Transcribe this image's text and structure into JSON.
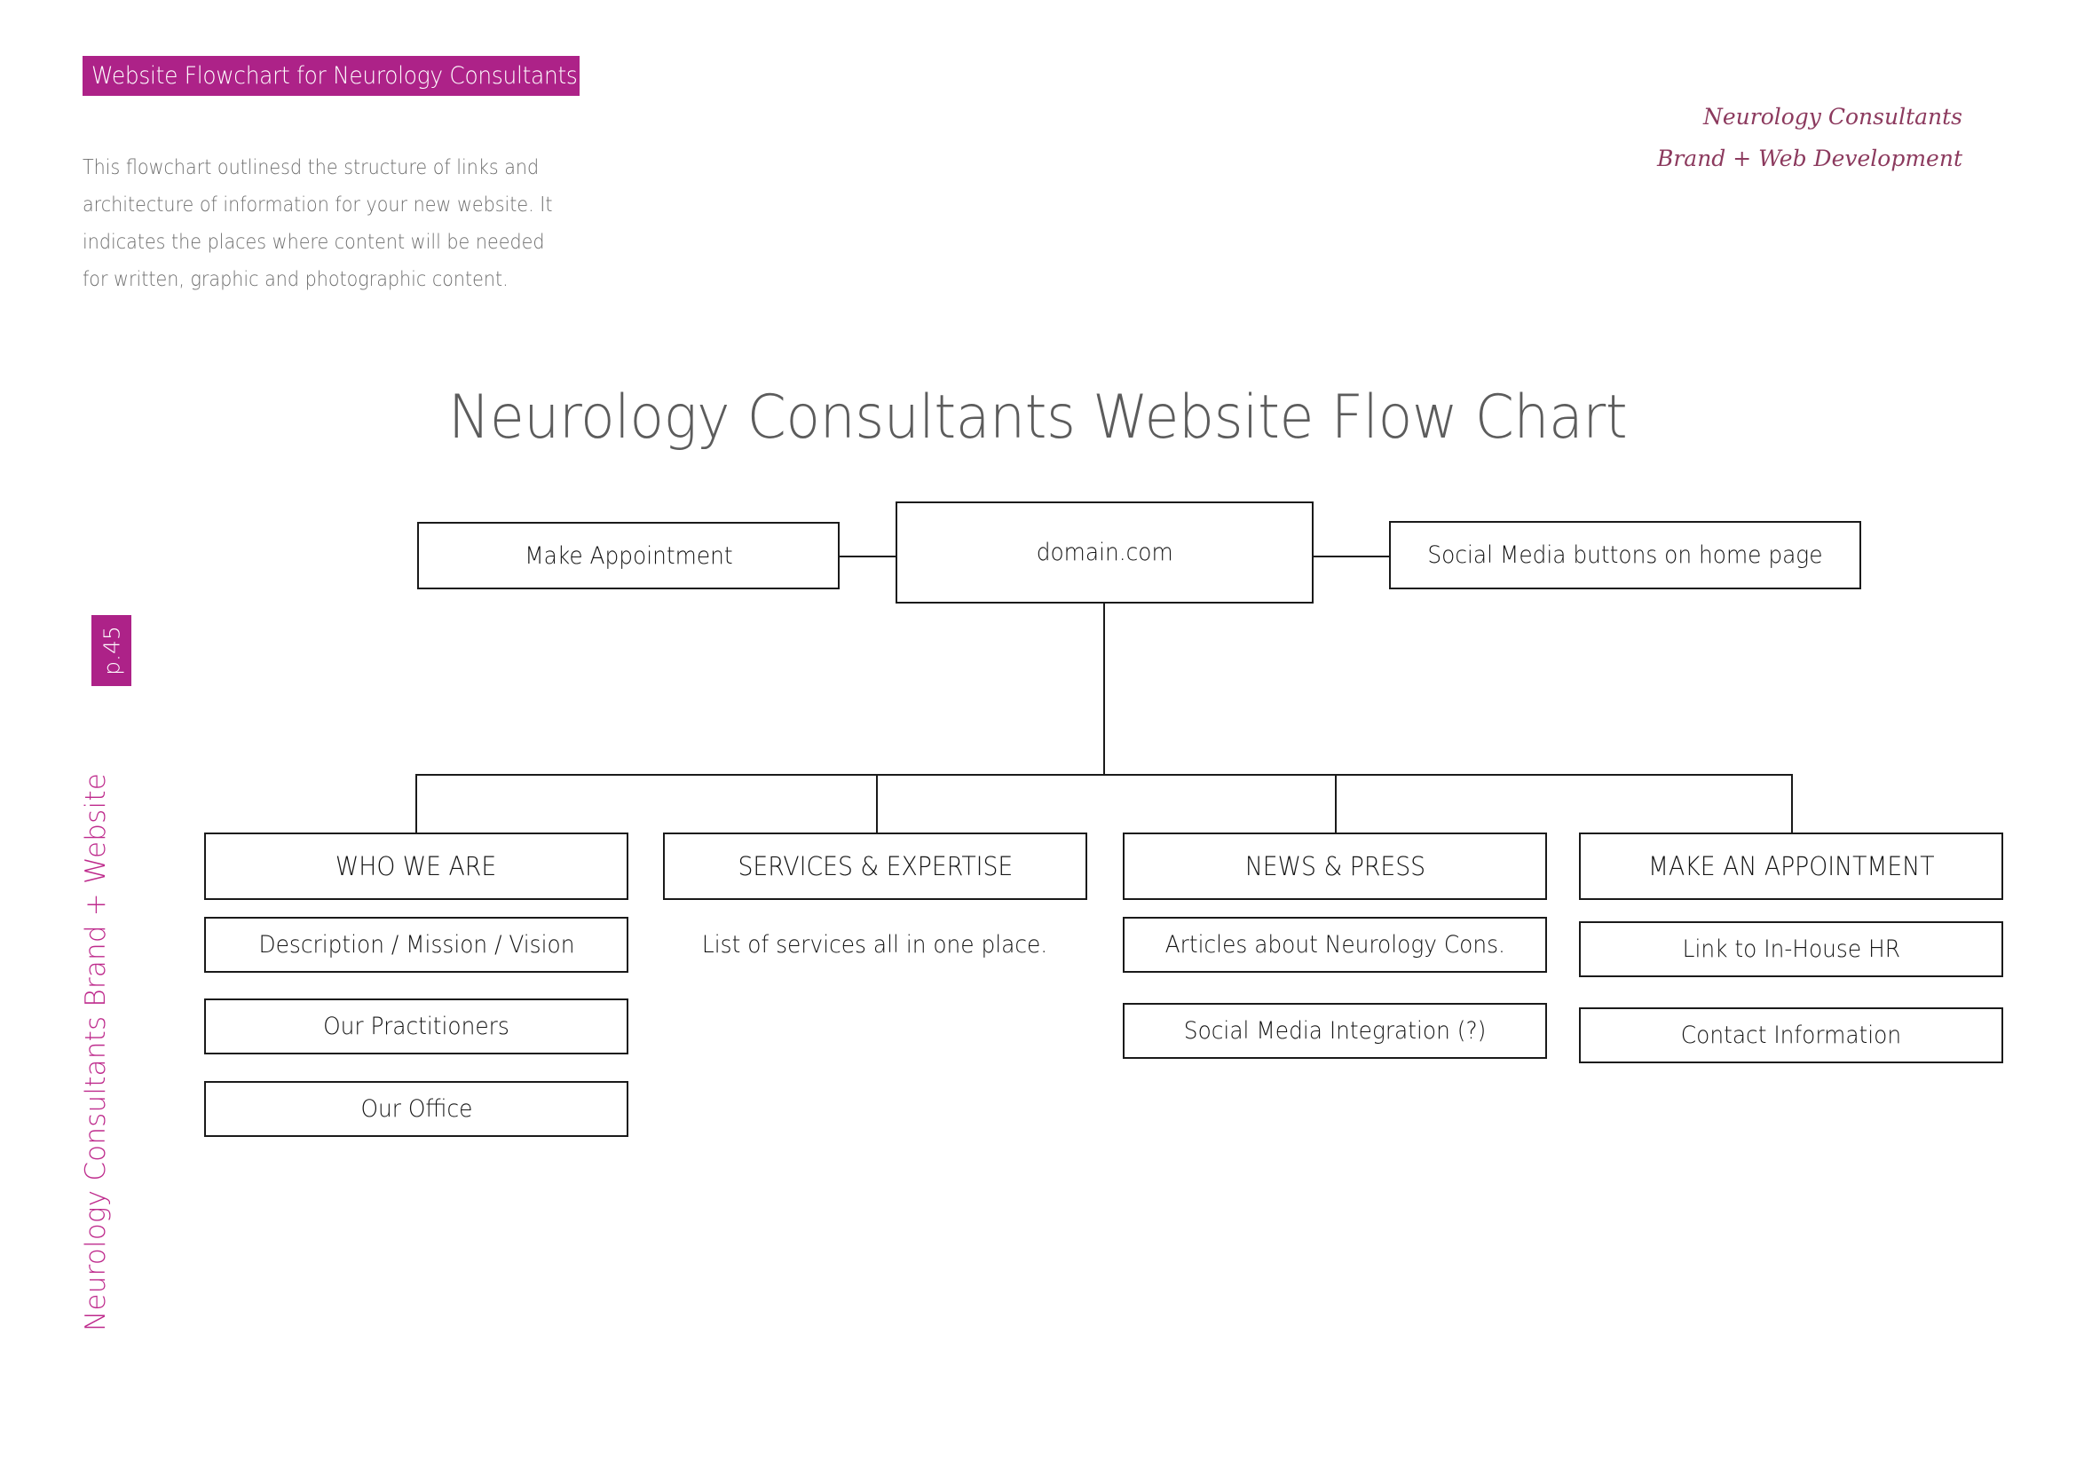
{
  "header": {
    "banner_title": "Website Flowchart for Neurology Consultants",
    "intro_paragraph": "This flowchart outlinesd the structure of links and architecture of information for your new website. It indicates the places where content will be needed for written, graphic and photographic content."
  },
  "brand": {
    "line1": "Neurology Consultants",
    "line2": "Brand + Web Development"
  },
  "sidebar": {
    "page_number": "p.45",
    "vertical_label": "Neurology Consultants  Brand + Website"
  },
  "colors": {
    "magenta": "#AD2288",
    "magenta_text": "#BE2A8C",
    "brand_maroon": "#8c3a5e",
    "title_gray": "#5c5c5c",
    "body_gray": "#6e6e6e",
    "box_border": "#1a1a1a"
  },
  "chart_data": {
    "type": "diagram",
    "title": "Neurology Consultants Website Flow Chart",
    "root": {
      "label": "domain.com"
    },
    "root_siblings": [
      {
        "label": "Make Appointment",
        "side": "left"
      },
      {
        "label": "Social Media buttons on home page",
        "side": "right"
      }
    ],
    "columns": [
      {
        "header": "WHO WE ARE",
        "children": [
          {
            "label": "Description / Mission / Vision",
            "boxed": true
          },
          {
            "label": "Our Practitioners",
            "boxed": true
          },
          {
            "label": "Our Office",
            "boxed": true
          }
        ]
      },
      {
        "header": "SERVICES & EXPERTISE",
        "children": [
          {
            "label": "List of services all in one place.",
            "boxed": false
          }
        ]
      },
      {
        "header": "NEWS & PRESS",
        "children": [
          {
            "label": "Articles about Neurology Cons.",
            "boxed": true
          },
          {
            "label": "Social Media Integration (?)",
            "boxed": true
          }
        ]
      },
      {
        "header": "MAKE AN APPOINTMENT",
        "children": [
          {
            "label": "Link to In-House HR",
            "boxed": true
          },
          {
            "label": "Contact Information",
            "boxed": true
          }
        ]
      }
    ]
  }
}
